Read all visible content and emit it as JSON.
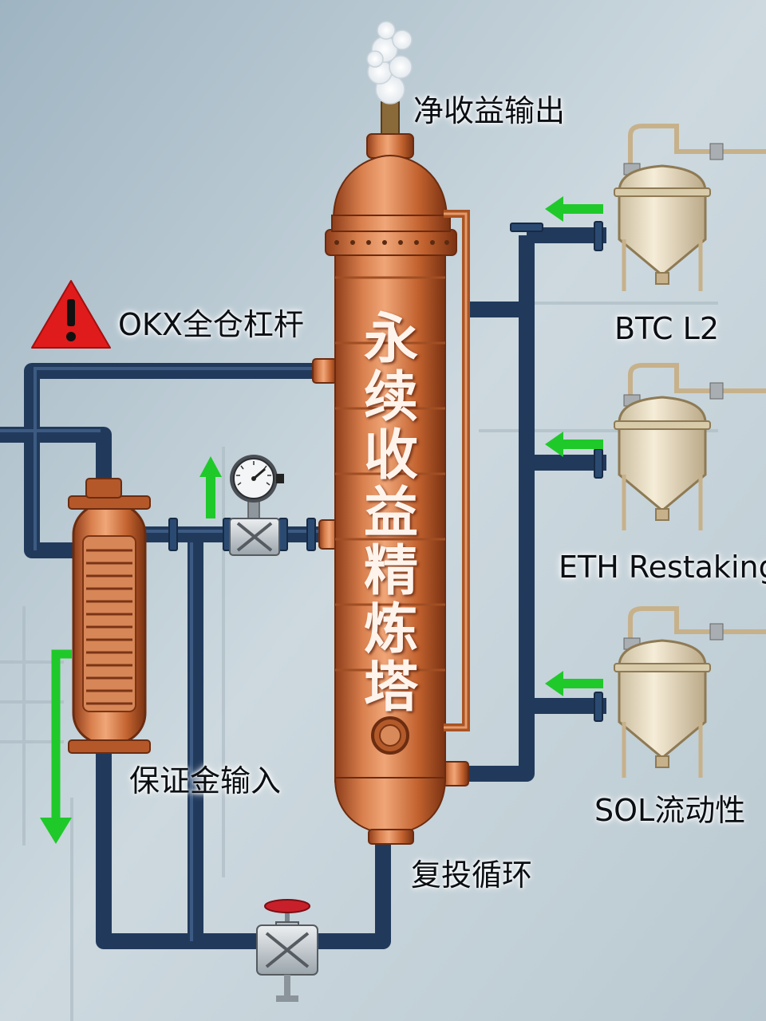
{
  "tower": {
    "title_chars": [
      "永",
      "续",
      "收",
      "益",
      "精",
      "炼",
      "塔"
    ]
  },
  "labels": {
    "output": "净收益输出",
    "warning": "OKX全仓杠杆",
    "input": "保证金输入",
    "reinvest": "复投循环"
  },
  "sources": [
    {
      "label": "BTC L2"
    },
    {
      "label": "ETH Restaking"
    },
    {
      "label": "SOL流动性"
    }
  ],
  "icons": {
    "warning": "warning-triangle-icon",
    "gauge": "pressure-gauge-icon",
    "valve": "valve-wheel-icon",
    "arrow": "flow-arrow-icon"
  },
  "colors": {
    "background": "#c9d6dd",
    "pipe": "#213a5c",
    "copper": "#c86a3d",
    "arrow": "#1fc92a",
    "warning": "#e01b1b",
    "tank": "#efe4cc"
  }
}
